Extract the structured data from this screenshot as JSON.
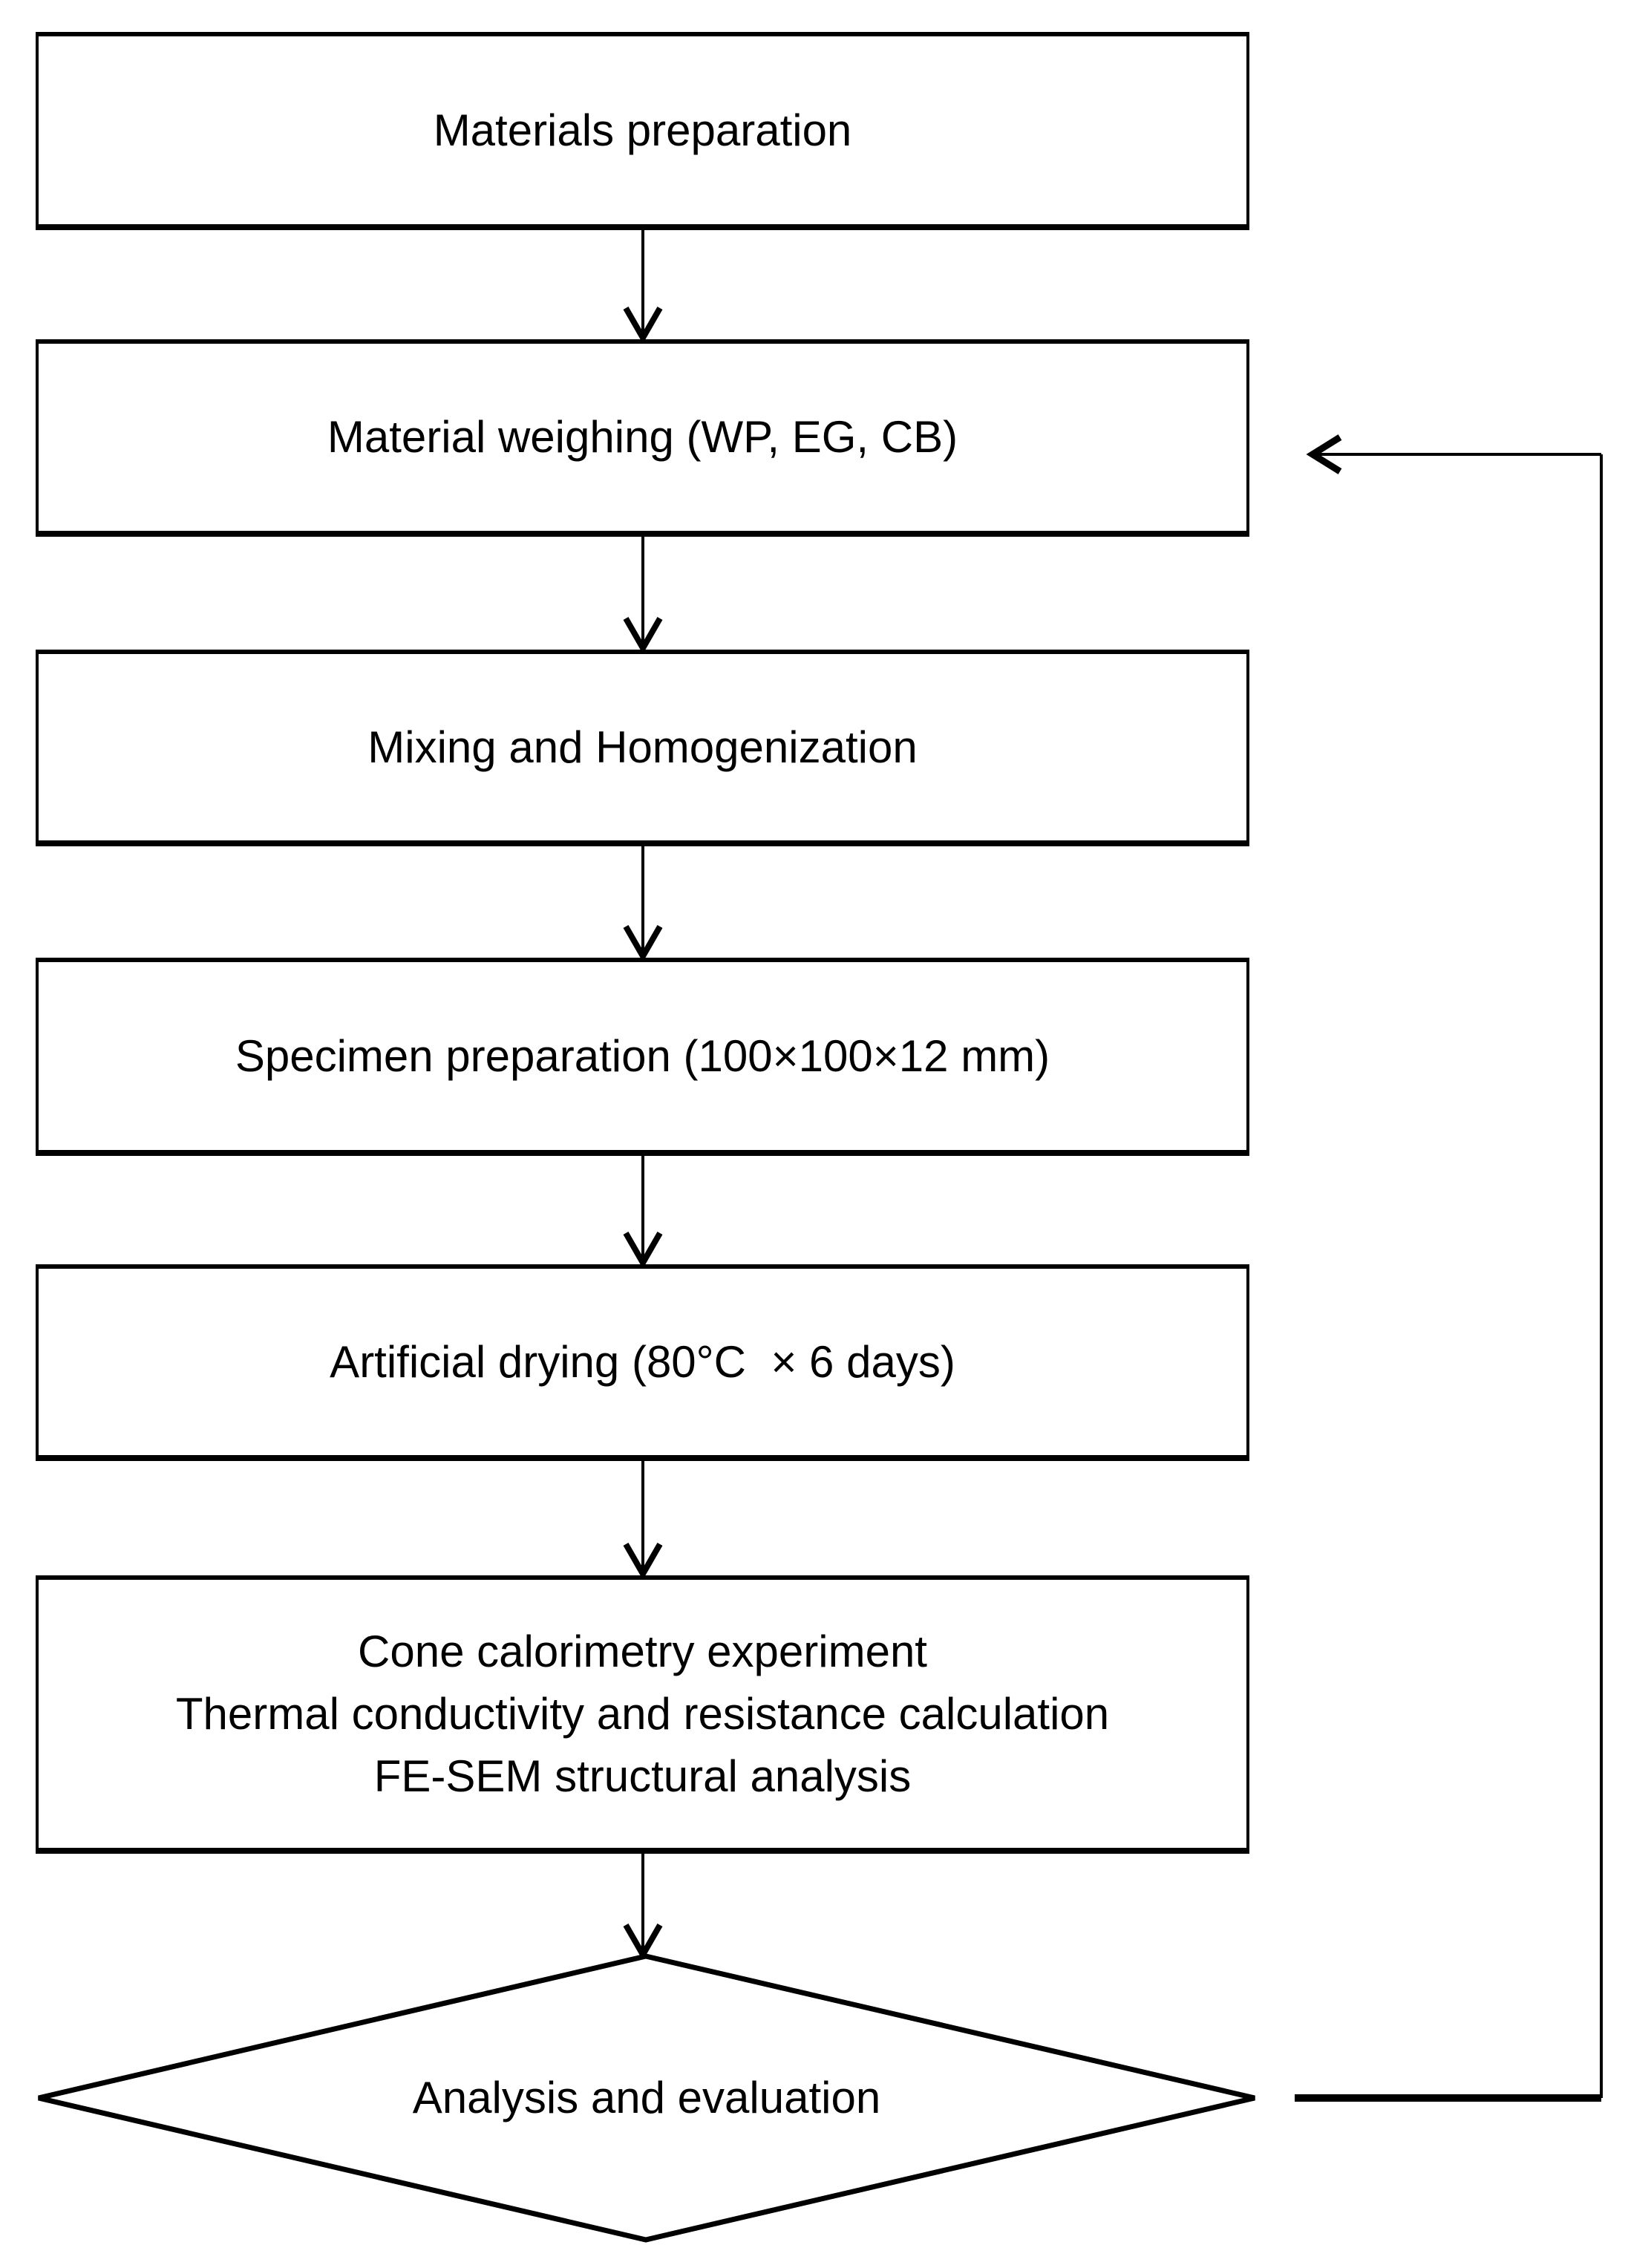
{
  "figure": {
    "type": "flowchart",
    "background_color": "#ffffff",
    "line_color": "#000000",
    "nodes": {
      "materials_preparation": {
        "shape": "rect",
        "label": "Materials preparation"
      },
      "material_weighing": {
        "shape": "rect",
        "label": "Material weighing (WP, EG, CB)"
      },
      "mixing_homogenization": {
        "shape": "rect",
        "label": "Mixing and Homogenization"
      },
      "specimen_preparation": {
        "shape": "rect",
        "label": "Specimen preparation (100×100×12 mm)"
      },
      "artificial_drying": {
        "shape": "rect",
        "label": "Artificial drying (80°C  × 6 days)"
      },
      "experiments": {
        "shape": "rect",
        "lines": [
          "Cone calorimetry experiment",
          "Thermal conductivity and resistance calculation",
          "FE-SEM structural analysis"
        ]
      },
      "analysis_evaluation": {
        "shape": "diamond",
        "label": "Analysis and evaluation"
      }
    },
    "edges": [
      {
        "from": "materials_preparation",
        "to": "material_weighing",
        "type": "arrow-down"
      },
      {
        "from": "material_weighing",
        "to": "mixing_homogenization",
        "type": "arrow-down"
      },
      {
        "from": "mixing_homogenization",
        "to": "specimen_preparation",
        "type": "arrow-down"
      },
      {
        "from": "specimen_preparation",
        "to": "artificial_drying",
        "type": "arrow-down"
      },
      {
        "from": "artificial_drying",
        "to": "experiments",
        "type": "arrow-down"
      },
      {
        "from": "experiments",
        "to": "analysis_evaluation",
        "type": "arrow-down"
      },
      {
        "from": "analysis_evaluation",
        "to": "material_weighing",
        "type": "feedback-loop"
      }
    ]
  }
}
